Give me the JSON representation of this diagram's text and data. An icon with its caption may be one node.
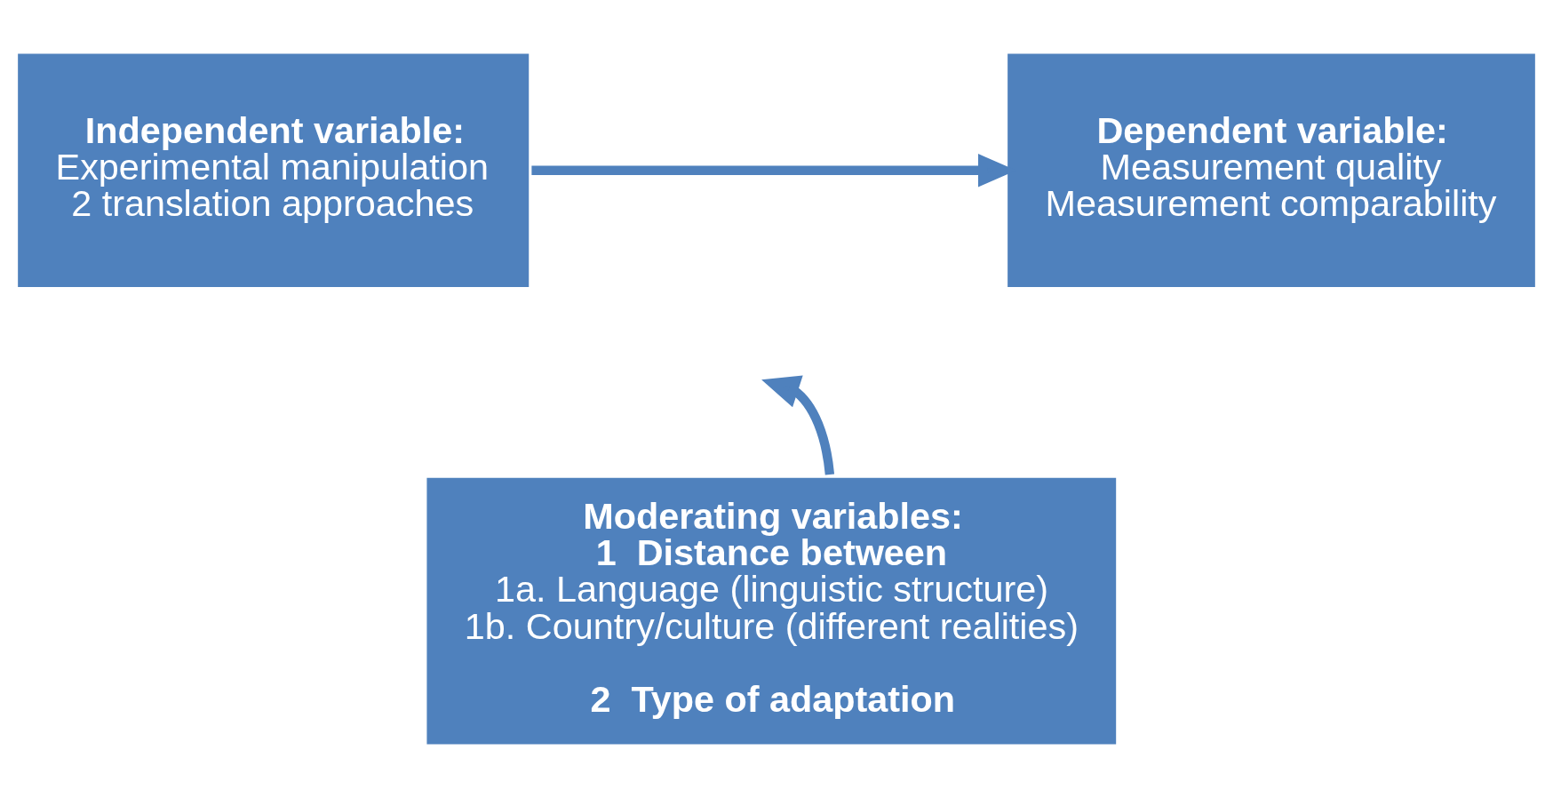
{
  "diagram": {
    "nodes": [
      {
        "text": [
          "Independent variable:",
          "Experimental manipulation",
          "2 translation approaches"
        ]
      },
      {
        "text": [
          "Dependent variable:",
          "Measurement quality",
          "Measurement comparability"
        ]
      },
      {
        "text": [
          "Moderating variables:",
          "1  Distance between",
          "1a. Language (linguistic structure)",
          "1b. Country/culture (different realities)",
          "2  Type of adaptation"
        ]
      }
    ],
    "edges": [
      {
        "from": 0,
        "to": 1,
        "arrow": "to"
      },
      {
        "from": 2,
        "to": null,
        "arrow": "to"
      }
    ]
  }
}
